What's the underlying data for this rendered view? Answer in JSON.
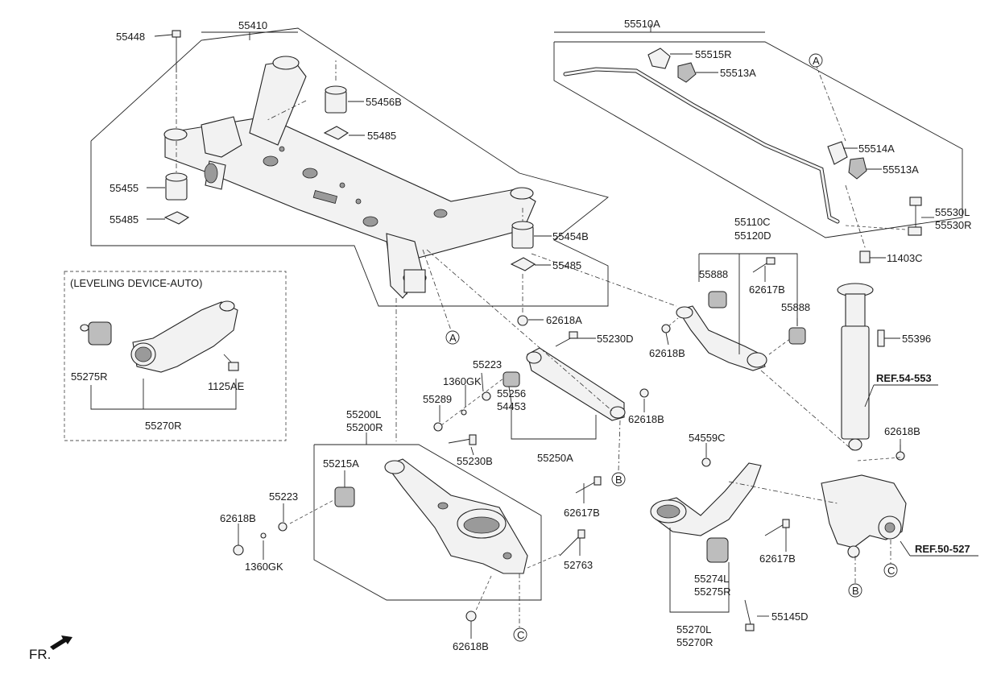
{
  "labels": {
    "p55448": "55448",
    "p55410": "55410",
    "p55456B": "55456B",
    "p55485a": "55485",
    "p55455": "55455",
    "p55485b": "55485",
    "p55454B": "55454B",
    "p55485c": "55485",
    "p62618A": "62618A",
    "pA1": "A",
    "p55510A": "55510A",
    "p55515R": "55515R",
    "p55513A1": "55513A",
    "pA2": "A",
    "p55514A": "55514A",
    "p55513A2": "55513A",
    "p55530L": "55530L",
    "p55530R": "55530R",
    "p11403C": "11403C",
    "p55110C": "55110C",
    "p55120D": "55120D",
    "p55888a": "55888",
    "p62617Ba": "62617B",
    "p55888b": "55888",
    "p62618Ba": "62618B",
    "p55396": "55396",
    "p55230D": "55230D",
    "p55223a": "55223",
    "p1360GKa": "1360GK",
    "p55289": "55289",
    "p55256": "55256",
    "p54453": "54453",
    "p62618Bb": "62618B",
    "p55250A": "55250A",
    "pB1": "B",
    "p55230B": "55230B",
    "p55200L": "55200L",
    "p55200R": "55200R",
    "p55215A": "55215A",
    "p55223b": "55223",
    "p62618Bc": "62618B",
    "p1360GKb": "1360GK",
    "p62617Bb": "62617B",
    "p52763": "52763",
    "p62618Bd": "62618B",
    "pC1": "C",
    "p54559C": "54559C",
    "p62618Be": "62618B",
    "p62617Bc": "62617B",
    "p55274L": "55274L",
    "p55275Ra": "55275R",
    "p55270L": "55270L",
    "p55270Ra": "55270R",
    "p55145D": "55145D",
    "pB2": "B",
    "pC2": "C",
    "leveling": "(LEVELING DEVICE-AUTO)",
    "p55275Rb": "55275R",
    "p1125AE": "1125AE",
    "p55270Rb": "55270R",
    "ref54": "REF.54-553",
    "ref50": "REF.50-527",
    "fr": "FR."
  }
}
